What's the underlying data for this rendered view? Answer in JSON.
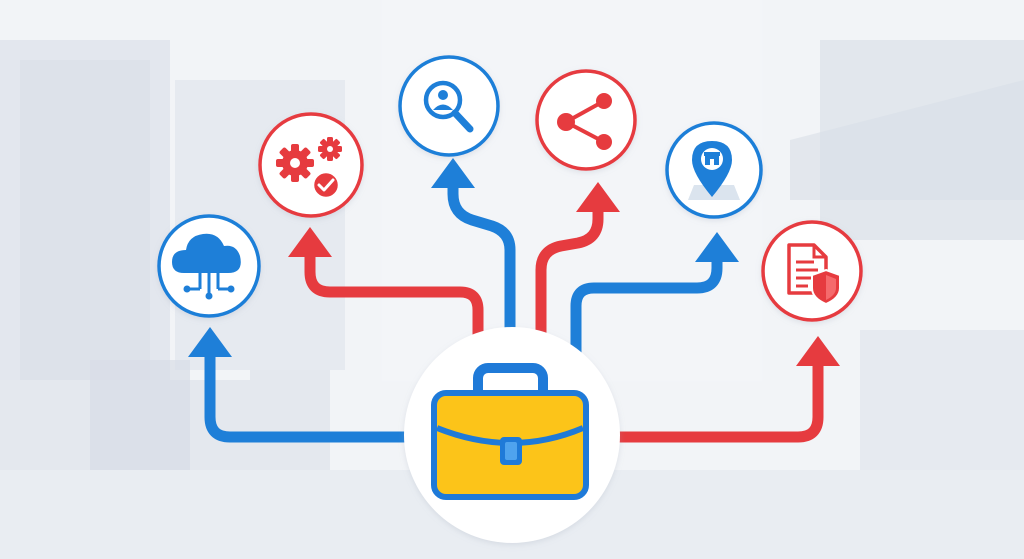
{
  "colors": {
    "blue": "#1e7fd8",
    "red": "#e63b3f",
    "briefcase_body": "#fcc419",
    "briefcase_outline": "#1f7ad8",
    "background": "#eef1f5",
    "circle_fill": "#ffffff"
  },
  "hub": {
    "icon": "briefcase-icon"
  },
  "branches": [
    {
      "id": "cloud",
      "icon": "cloud-network-icon",
      "color": "blue"
    },
    {
      "id": "settings",
      "icon": "gears-check-icon",
      "color": "red"
    },
    {
      "id": "search",
      "icon": "user-search-icon",
      "color": "blue"
    },
    {
      "id": "share",
      "icon": "share-icon",
      "color": "red"
    },
    {
      "id": "location",
      "icon": "store-location-pin-icon",
      "color": "blue"
    },
    {
      "id": "document",
      "icon": "document-shield-icon",
      "color": "red"
    }
  ]
}
